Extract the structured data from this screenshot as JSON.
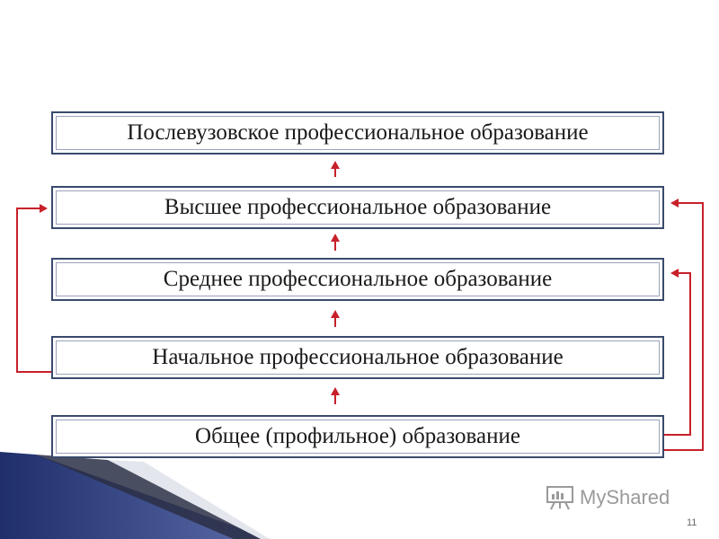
{
  "diagram": {
    "levels": [
      {
        "id": "postgraduate",
        "label": "Послевузовское профессиональное образование"
      },
      {
        "id": "higher",
        "label": "Высшее профессиональное образование"
      },
      {
        "id": "secondary",
        "label": "Среднее профессиональное образование"
      },
      {
        "id": "primary",
        "label": "Начальное профессиональное образование"
      },
      {
        "id": "general",
        "label": "Общее (профильное) образование"
      }
    ],
    "connections": [
      {
        "from": "general",
        "to": "primary",
        "type": "direct"
      },
      {
        "from": "primary",
        "to": "secondary",
        "type": "direct"
      },
      {
        "from": "secondary",
        "to": "higher",
        "type": "direct"
      },
      {
        "from": "higher",
        "to": "postgraduate",
        "type": "direct"
      },
      {
        "from": "primary",
        "to": "higher",
        "type": "bypass-left"
      },
      {
        "from": "general",
        "to": "higher",
        "type": "bypass-right"
      },
      {
        "from": "general",
        "to": "secondary",
        "type": "bypass-right"
      }
    ]
  },
  "colors": {
    "arrow": "#c8202a",
    "box_border": "#3a4a6e",
    "decor_navy": "#1f2f6b"
  },
  "watermark": {
    "text": "MyShared",
    "icon": "presentation-board-icon"
  },
  "slide_number": "11"
}
